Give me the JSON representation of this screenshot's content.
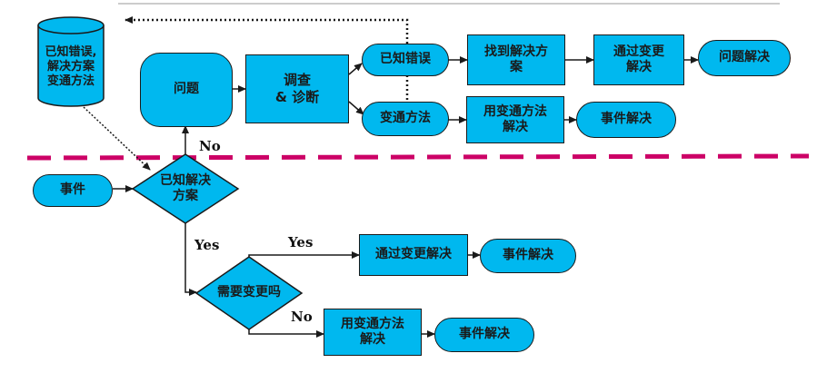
{
  "colors": {
    "fill": "#00b8ef",
    "stroke": "#1a1a1a",
    "separator": "#cc0066"
  },
  "nodes": {
    "database": "已知错误,\n解决方案\n变通方法",
    "problem": "问题",
    "investigate": "调查\n& 诊断",
    "known_error": "已知错误",
    "find_solution": "找到解决方\n案",
    "change_resolve_top": "通过变更\n解决",
    "problem_resolved": "问题解决",
    "workaround": "变通方法",
    "use_workaround_top": "用变通方法\n解决",
    "incident_resolved_top": "事件解决",
    "incident": "事件",
    "known_solution": "已知解决\n方案",
    "need_change": "需要变更吗",
    "change_resolve_bottom": "通过变更解决",
    "incident_resolved_mid": "事件解决",
    "use_workaround_bottom": "用变通方法\n解决",
    "incident_resolved_bottom": "事件解决"
  },
  "labels": {
    "no_top": "No",
    "yes_left": "Yes",
    "yes_right": "Yes",
    "no_bottom": "No"
  }
}
